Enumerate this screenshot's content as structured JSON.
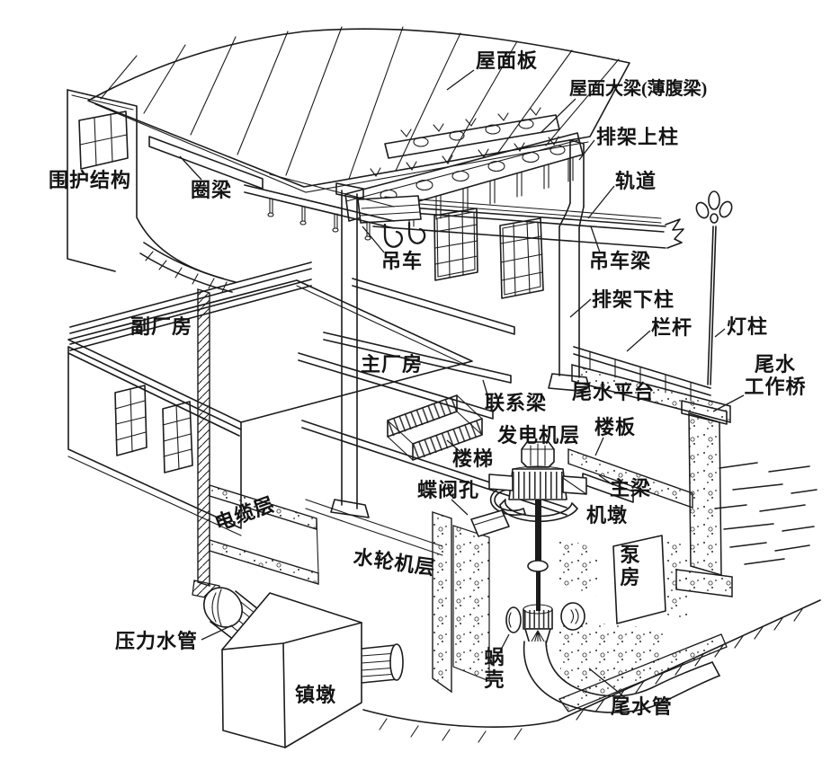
{
  "colors": {
    "ink": "#1b1b1b",
    "paper": "#ffffff"
  },
  "labels": {
    "roof_panel": "屋面板",
    "roof_girder": "屋面大梁(薄腹梁)",
    "frame_upper_column": "排架上柱",
    "rail_track": "轨道",
    "enclosure_structure": "围护结构",
    "ring_beam": "圈梁",
    "crane": "吊车",
    "crane_beam": "吊车梁",
    "frame_lower_column": "排架下柱",
    "railing": "栏杆",
    "lamp_post": "灯柱",
    "auxiliary_plant": "副厂房",
    "main_plant": "主厂房",
    "tie_beam": "联系梁",
    "tailwater_platform": "尾水平台",
    "tailwater_work_bridge": "尾水\n工作桥",
    "stairs": "楼梯",
    "generator_floor": "发电机层",
    "floor_slab": "楼板",
    "main_beam": "主梁",
    "butterfly_valve_hole": "蝶阀孔",
    "machine_pier": "机墩",
    "cable_floor": "电缆层",
    "turbine_floor": "水轮机层",
    "pump_room": "泵\n房",
    "penstock": "压力水管",
    "anchor_block": "镇墩",
    "spiral_case": "蜗\n壳",
    "draft_tube": "尾水管"
  }
}
